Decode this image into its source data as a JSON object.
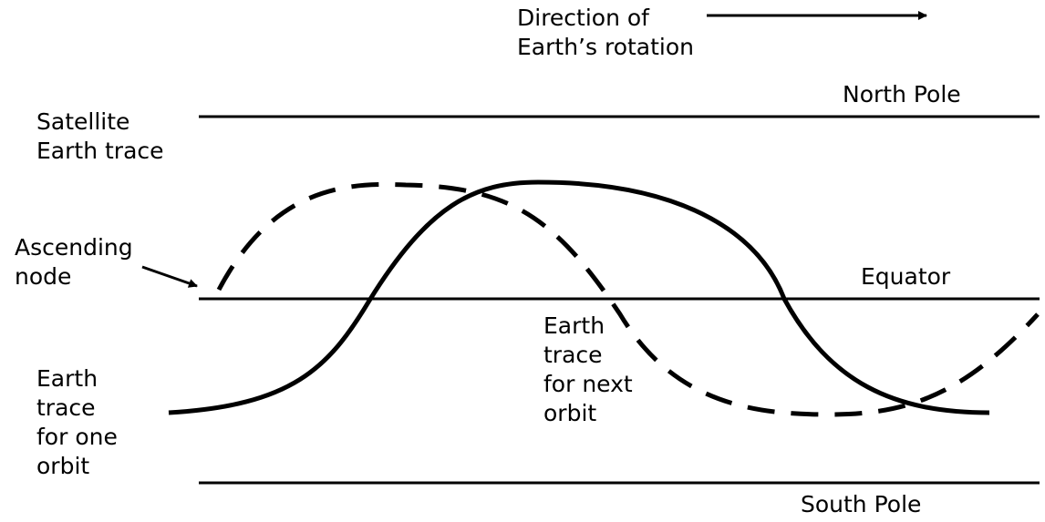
{
  "labels": {
    "direction": [
      "Direction of",
      "Earth’s rotation"
    ],
    "north_pole": "North Pole",
    "satellite_trace": [
      "Satellite",
      "Earth trace"
    ],
    "ascending_node": [
      "Ascending",
      "node"
    ],
    "equator": "Equator",
    "next_orbit": [
      "Earth",
      "trace",
      "for next",
      "orbit"
    ],
    "one_orbit": [
      "Earth",
      "trace",
      "for one",
      "orbit"
    ],
    "south_pole": "South Pole"
  },
  "colors": {
    "ink": "#000000",
    "background": "#ffffff"
  }
}
